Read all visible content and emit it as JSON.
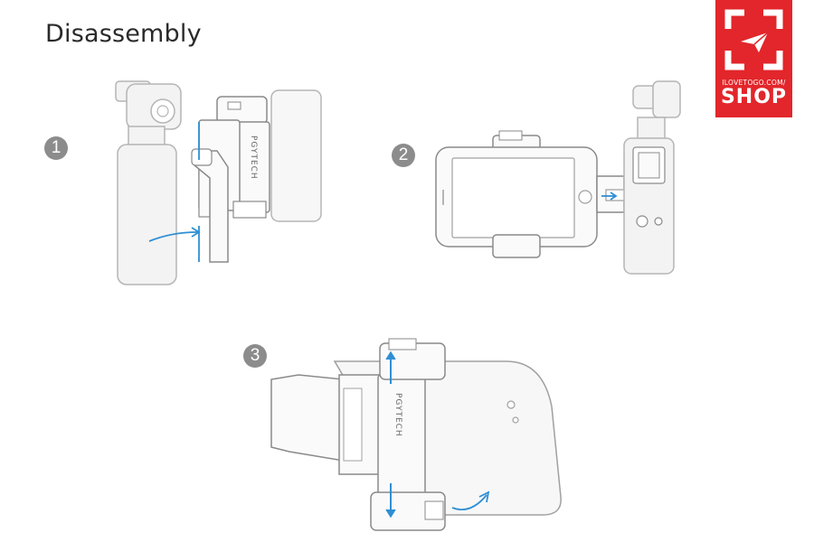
{
  "page": {
    "title": "Disassembly"
  },
  "steps": [
    {
      "number": "1"
    },
    {
      "number": "2"
    },
    {
      "number": "3"
    }
  ],
  "brand": {
    "logo_url_text": "ILOVETOGO.COM/",
    "logo_shop_text": "SHOP",
    "product_label": "PGYTECH"
  },
  "colors": {
    "accent_arrow": "#2f8fd4",
    "logo_red": "#e2262b",
    "outline": "#8a8a8a",
    "device_fill": "#f2f2f2"
  },
  "icons": {
    "logo": "paper-plane-in-frame-icon"
  }
}
